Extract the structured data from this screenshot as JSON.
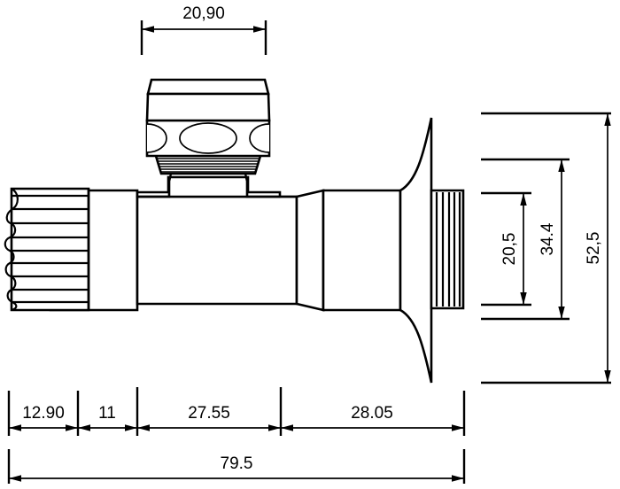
{
  "drawing": {
    "title": "Angle valve technical drawing",
    "units": "mm",
    "line_color": "#000000",
    "background_color": "#ffffff"
  },
  "dimensions": {
    "top": [
      {
        "name": "handle-width",
        "label": "20,90",
        "value": 20.9,
        "orientation": "horizontal"
      }
    ],
    "right": [
      {
        "name": "inner-height",
        "label": "20,5",
        "value": 20.5,
        "orientation": "vertical"
      },
      {
        "name": "mid-height",
        "label": "34.4",
        "value": 34.4,
        "orientation": "vertical"
      },
      {
        "name": "overall-height",
        "label": "52,5",
        "value": 52.5,
        "orientation": "vertical"
      }
    ],
    "bottom_chain": [
      {
        "name": "knurled-cap-length",
        "label": "12.90",
        "value": 12.9
      },
      {
        "name": "collar-length",
        "label": "11",
        "value": 11
      },
      {
        "name": "body-length",
        "label": "27.55",
        "value": 27.55
      },
      {
        "name": "outlet-length",
        "label": "28.05",
        "value": 28.05
      }
    ],
    "bottom_overall": [
      {
        "name": "overall-length",
        "label": "79.5",
        "value": 79.5
      }
    ]
  },
  "parts": [
    {
      "name": "knurled-handwheel",
      "description": "ribbed cap at left with scalloped edge",
      "ribs": 9
    },
    {
      "name": "collar",
      "description": "plain cylindrical collar right of handwheel"
    },
    {
      "name": "valve-body",
      "description": "central body block"
    },
    {
      "name": "top-handle-cap",
      "description": "top cap of vertical handle"
    },
    {
      "name": "handle-shell",
      "description": "handle with three oval windows",
      "ovals": 3
    },
    {
      "name": "threaded-neck",
      "description": "horizontally threaded neck under handle",
      "threads": 8
    },
    {
      "name": "cone-flange",
      "description": "curved conical flange at right"
    },
    {
      "name": "threaded-outlet",
      "description": "vertically ribbed outlet stub",
      "ribs": 6
    }
  ]
}
